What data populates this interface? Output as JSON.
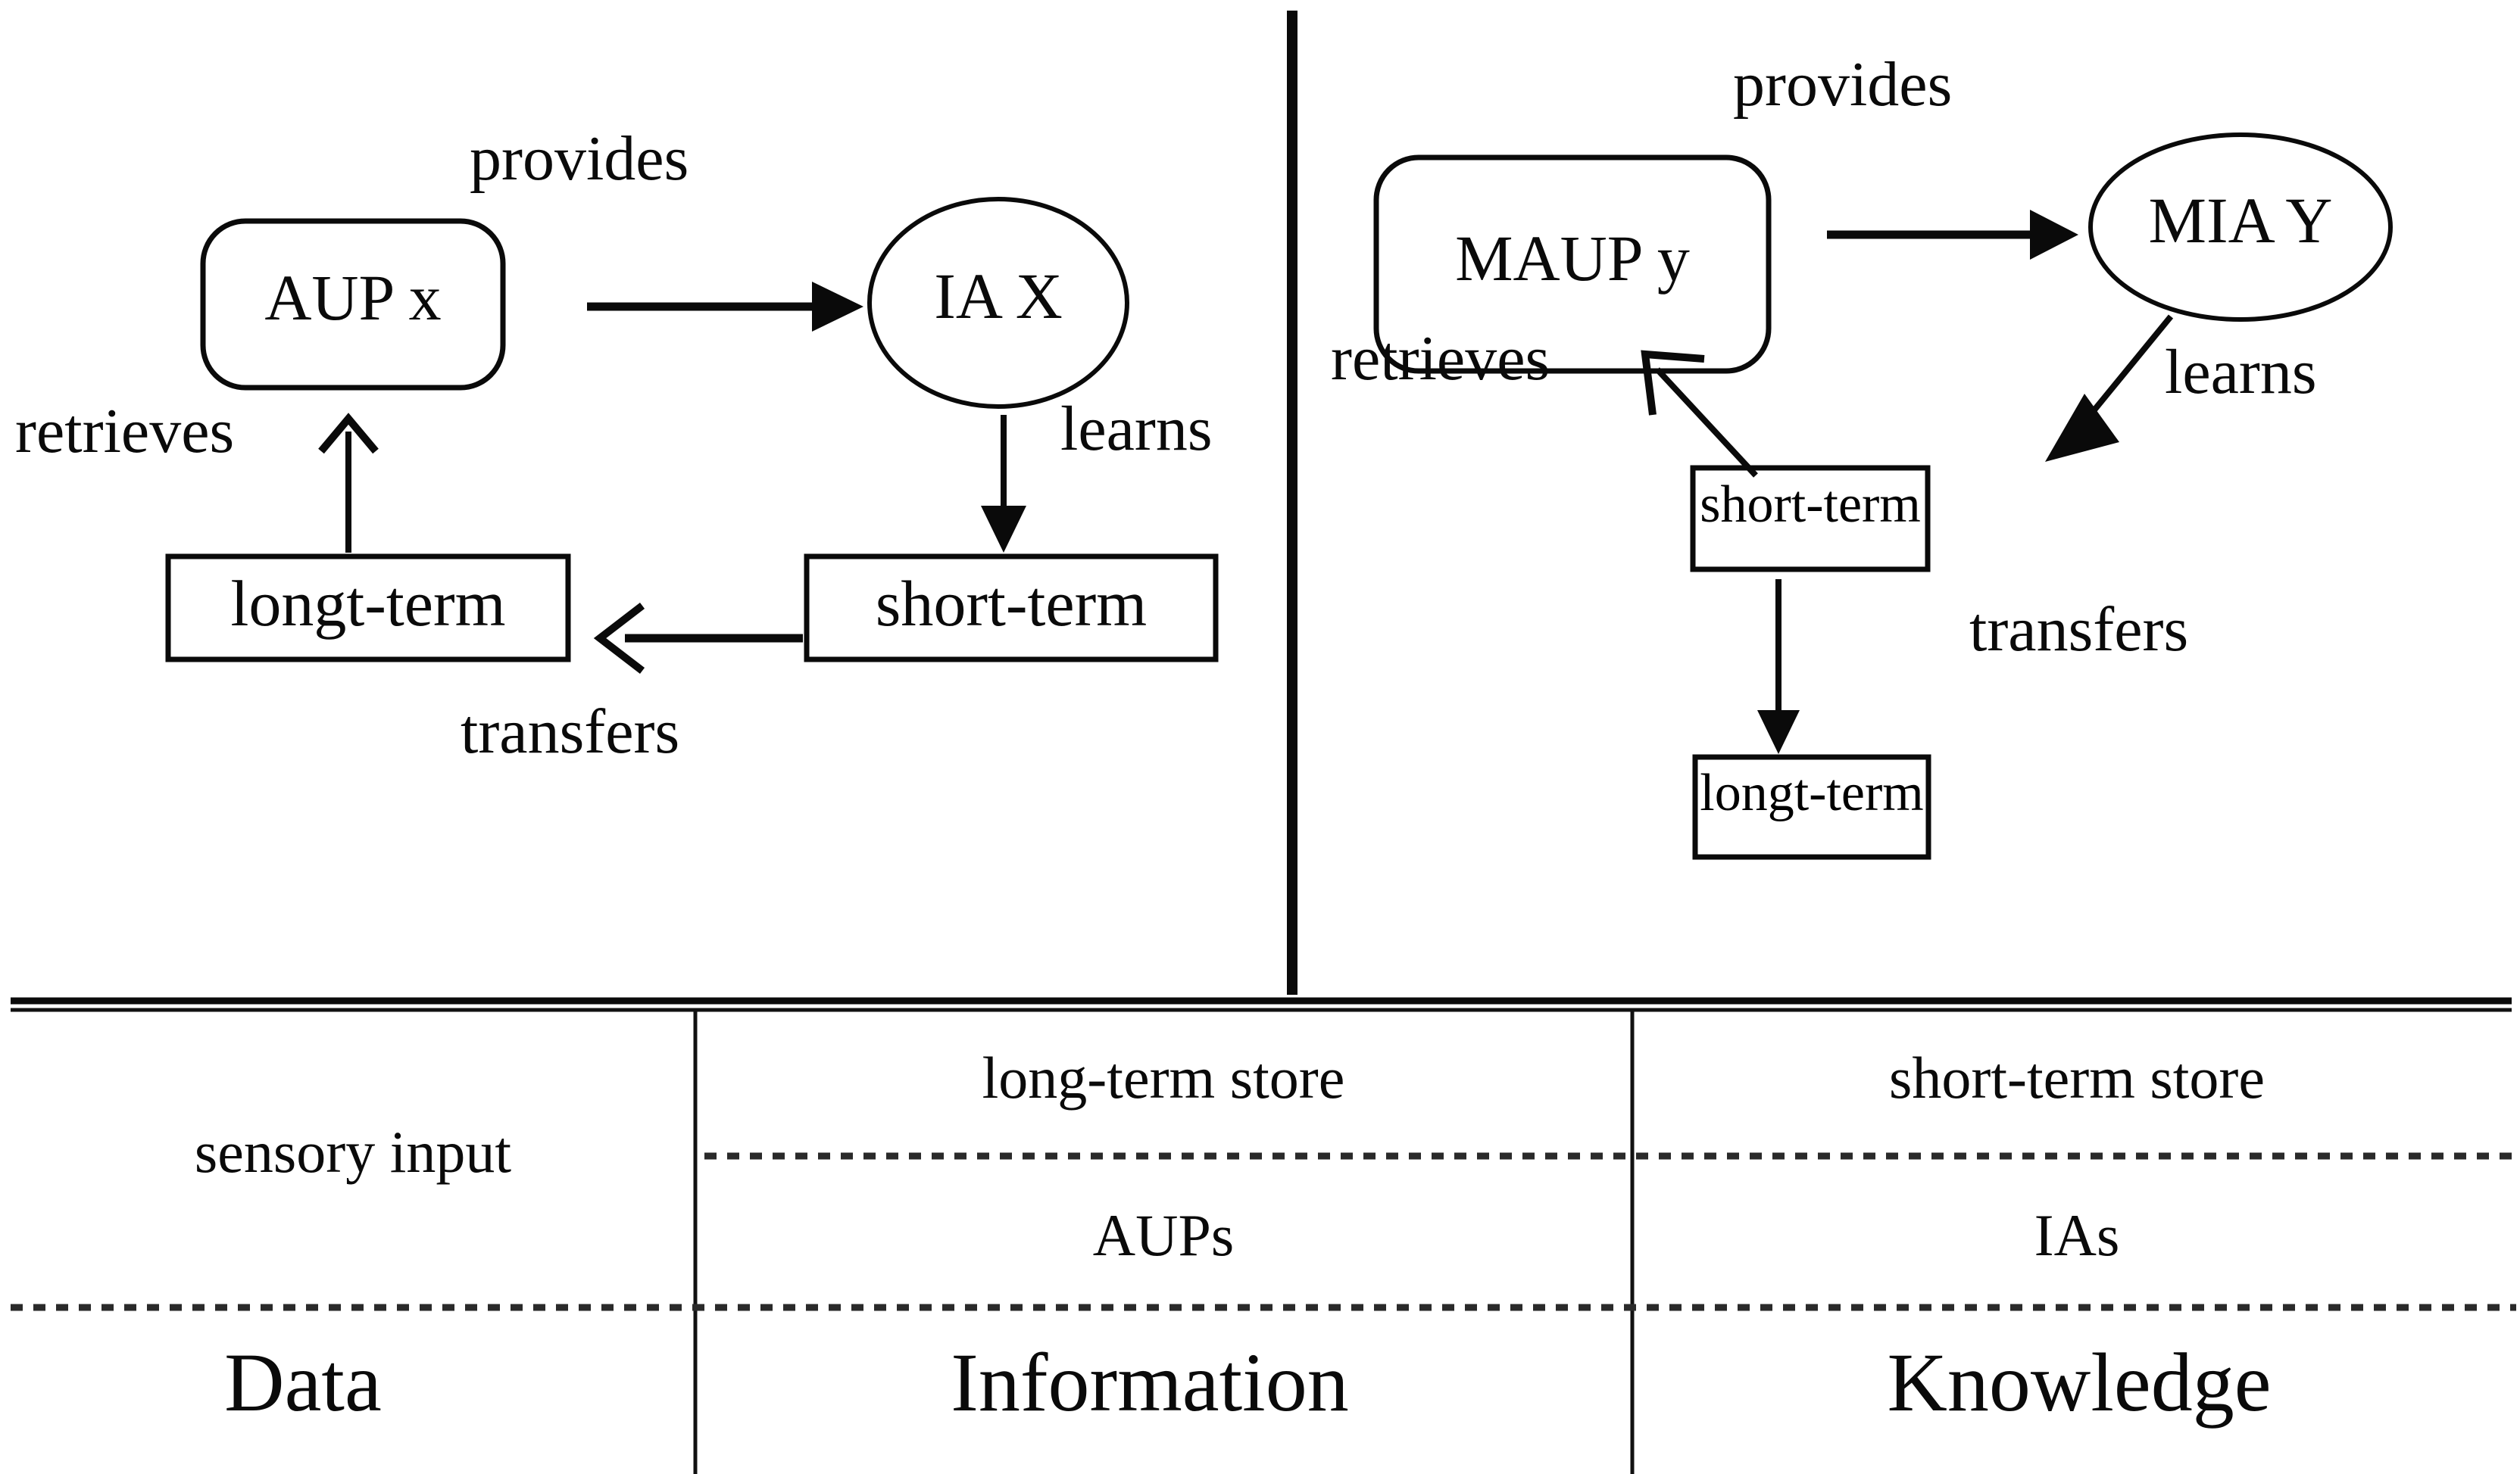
{
  "figure": {
    "panels": [
      {
        "id": "left-panel",
        "nodes": [
          {
            "id": "aup-x",
            "shape": "rounded-rect",
            "label": "AUP x"
          },
          {
            "id": "ia-x",
            "shape": "ellipse",
            "label": "IA X"
          },
          {
            "id": "longt-term",
            "shape": "rect",
            "label": "longt-term"
          },
          {
            "id": "short-term",
            "shape": "rect",
            "label": "short-term"
          }
        ],
        "edges": [
          {
            "id": "provides",
            "label": "provides",
            "from": "aup-x",
            "to": "ia-x"
          },
          {
            "id": "learns",
            "label": "learns",
            "from": "ia-x",
            "to": "short-term"
          },
          {
            "id": "transfers",
            "label": "transfers",
            "from": "short-term",
            "to": "longt-term"
          },
          {
            "id": "retrieves",
            "label": "retrieves",
            "from": "longt-term",
            "to": "aup-x"
          }
        ]
      },
      {
        "id": "right-panel",
        "nodes": [
          {
            "id": "maup-y",
            "shape": "rounded-rect",
            "label": "MAUP y"
          },
          {
            "id": "mia-y",
            "shape": "ellipse",
            "label": "MIA Y"
          },
          {
            "id": "short-term",
            "shape": "rect",
            "label": "short-term"
          },
          {
            "id": "longt-term",
            "shape": "rect",
            "label": "longt-term"
          }
        ],
        "edges": [
          {
            "id": "provides",
            "label": "provides",
            "from": "maup-y",
            "to": "mia-y"
          },
          {
            "id": "learns",
            "label": "learns",
            "from": "mia-y",
            "to": "short-term"
          },
          {
            "id": "retrieves",
            "label": "retrieves",
            "from": "short-term",
            "to": "maup-y"
          },
          {
            "id": "transfers",
            "label": "transfers",
            "from": "short-term",
            "to": "longt-term"
          }
        ]
      }
    ]
  },
  "table": {
    "columns": [
      {
        "id": "col-1",
        "store": "",
        "element": "",
        "level": "Data"
      },
      {
        "id": "col-2",
        "store": "long-term store",
        "element": "AUPs",
        "level": "Information"
      },
      {
        "id": "col-3",
        "store": "short-term store",
        "element": "IAs",
        "level": "Knowledge"
      }
    ],
    "col1_span_label": "sensory input",
    "cells": {
      "sensory_input": "sensory input",
      "long_term_store": "long-term store",
      "short_term_store": "short-term store",
      "aups": "AUPs",
      "ias": "IAs",
      "data": "Data",
      "information": "Information",
      "knowledge": "Knowledge"
    }
  },
  "colors": {
    "ink": "#0a0a0a",
    "background": "#ffffff",
    "dashed_rule": "#2a2a2a"
  }
}
